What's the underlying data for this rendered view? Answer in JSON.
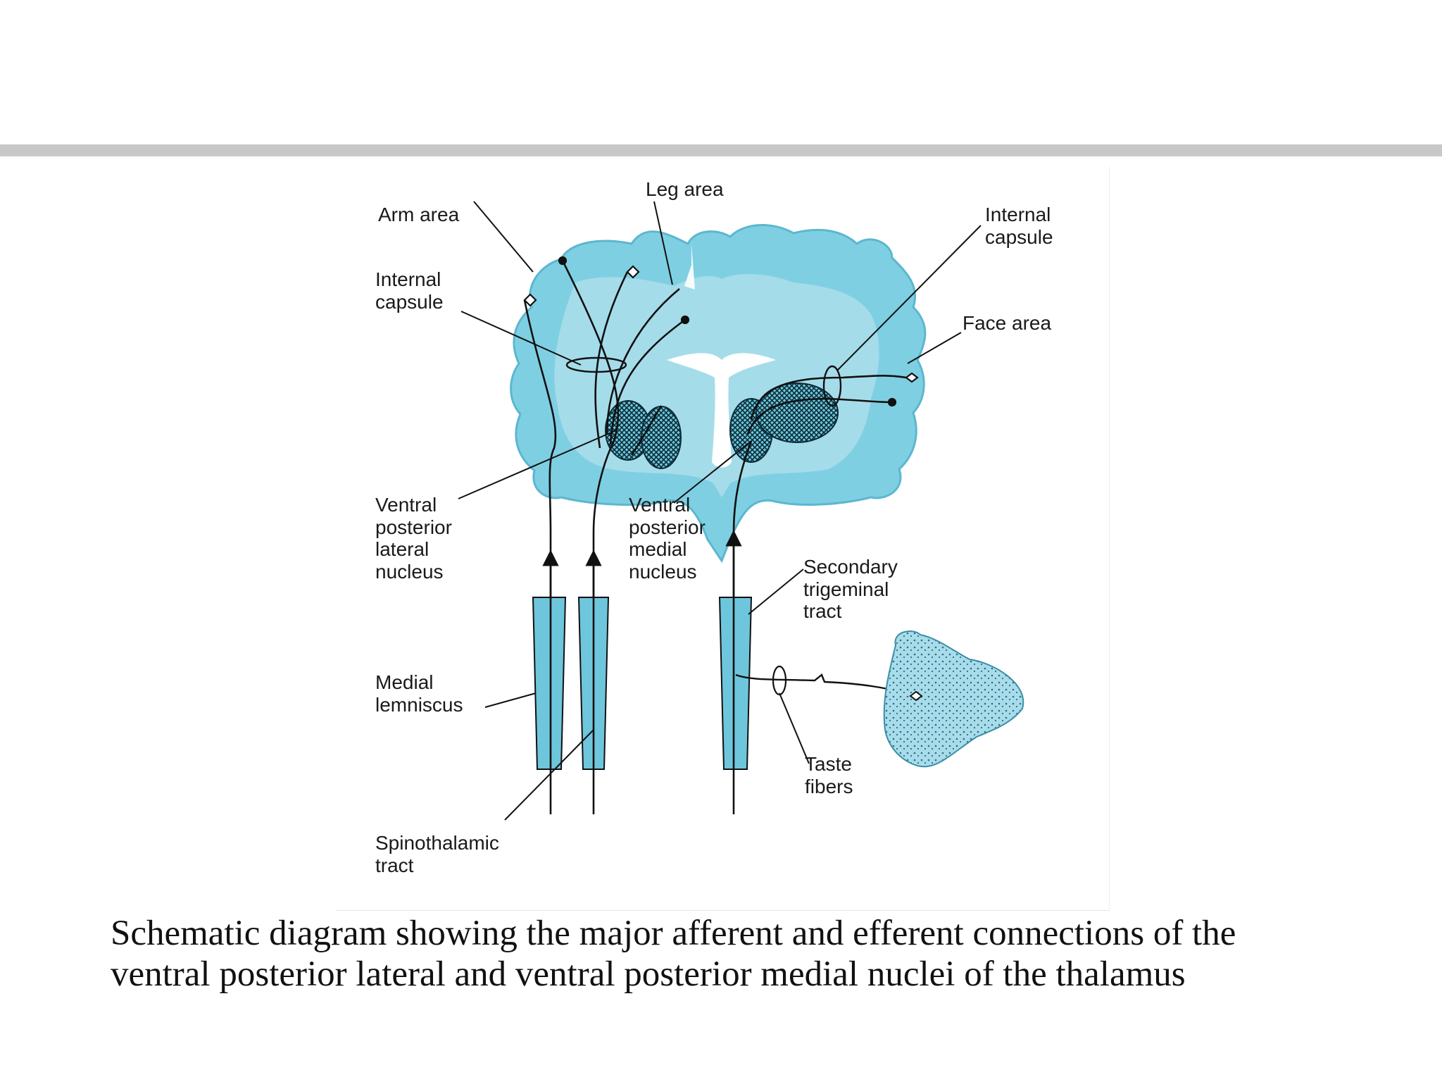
{
  "caption": "Schematic diagram showing the major afferent and efferent connections of the ventral posterior lateral and ventral posterior medial nuclei of the thalamus",
  "diagram": {
    "labels": {
      "arm_area": "Arm area",
      "leg_area": "Leg area",
      "internal_capsule_left_1": "Internal",
      "internal_capsule_left_2": "capsule",
      "internal_capsule_right_1": "Internal",
      "internal_capsule_right_2": "capsule",
      "face_area": "Face area",
      "vpl_1": "Ventral",
      "vpl_2": "posterior",
      "vpl_3": "lateral",
      "vpl_4": "nucleus",
      "vpm_1": "Ventral",
      "vpm_2": "posterior",
      "vpm_3": "medial",
      "vpm_4": "nucleus",
      "secondary_trigeminal_1": "Secondary",
      "secondary_trigeminal_2": "trigeminal",
      "secondary_trigeminal_3": "tract",
      "medial_lemniscus_1": "Medial",
      "medial_lemniscus_2": "lemniscus",
      "taste_fibers_1": "Taste",
      "taste_fibers_2": "fibers",
      "spinothalamic_1": "Spinothalamic",
      "spinothalamic_2": "tract"
    },
    "colors": {
      "cortex_blue": "#7fcfe3",
      "white_matter_blue": "#abdeeb",
      "column_blue": "#6ec6dc",
      "ventricle_white": "#ffffff",
      "line_black": "#111111"
    }
  }
}
